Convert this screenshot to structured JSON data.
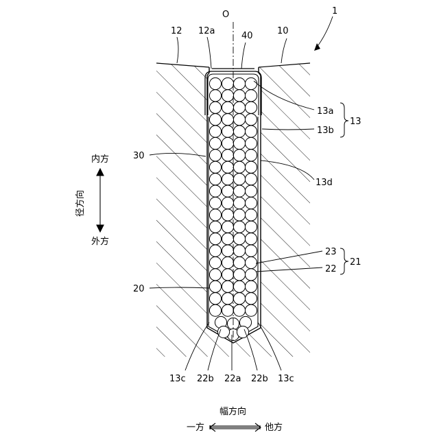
{
  "figure": {
    "labels": {
      "fig_no": "1",
      "axis_q": "O",
      "stator_12": "12",
      "slot_open_12a": "12a",
      "wedge_40": "40",
      "core_10": "10",
      "insul_13a": "13a",
      "insul_13b": "13b",
      "insul_13": "13",
      "wire_30": "30",
      "insul_13d": "13d",
      "conductor_23": "23",
      "conductor_22": "22",
      "group_21": "21",
      "coil_20": "20",
      "corner_13c_left": "13c",
      "wire_22b_left": "22b",
      "wire_22a": "22a",
      "wire_22b_right": "22b",
      "corner_13c_right": "13c"
    },
    "radial": {
      "inner": "内方",
      "title": "径方向",
      "outer": "外方"
    },
    "width": {
      "title": "幅方向",
      "one_side": "一方",
      "other_side": "他方"
    }
  }
}
